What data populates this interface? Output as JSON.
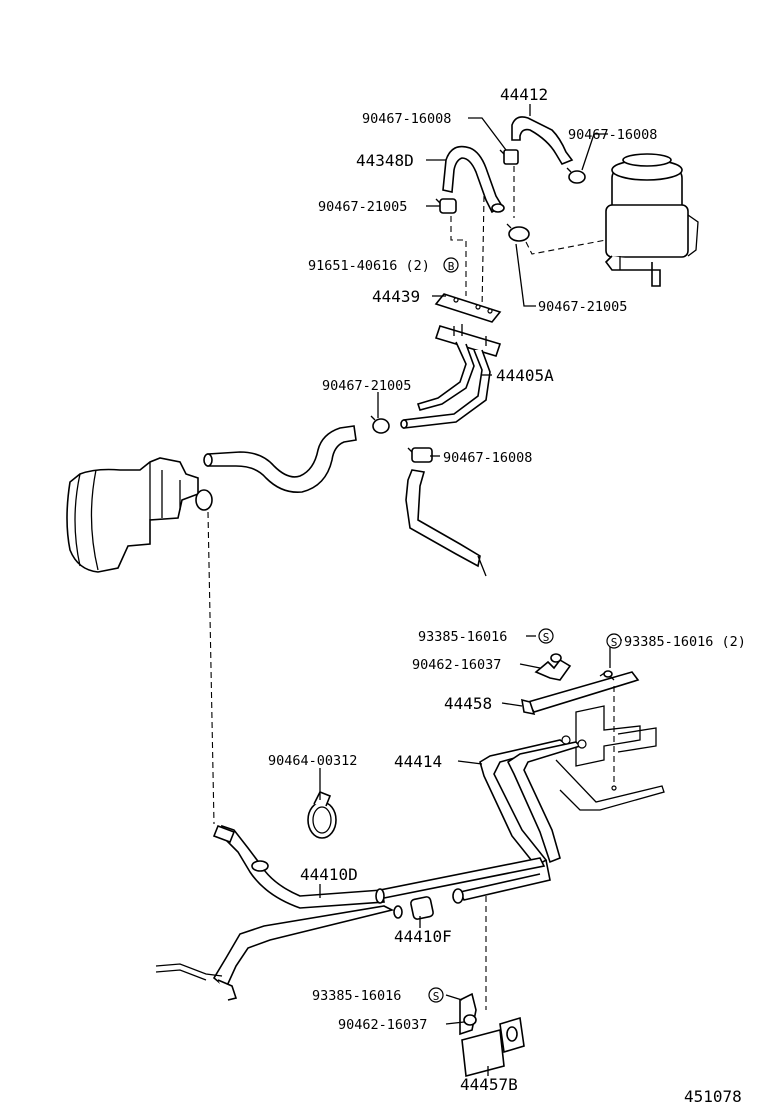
{
  "diagram": {
    "labels": {
      "p44412": "44412",
      "p90467_16008_a": "90467-16008",
      "p90467_16008_b": "90467-16008",
      "p44348D": "44348D",
      "p90467_21005_a": "90467-21005",
      "p91651": "91651-40616 (2)",
      "sym_b": "B",
      "p44439": "44439",
      "p90467_21005_b": "90467-21005",
      "p90467_21005_c": "90467-21005",
      "p44405A": "44405A",
      "p90467_16008_c": "90467-16008",
      "p93385_a": "93385-16016",
      "sym_s_a": "S",
      "p93385_b": "93385-16016 (2)",
      "sym_s_b": "S",
      "p90462_a": "90462-16037",
      "p44458": "44458",
      "p90464": "90464-00312",
      "p44414": "44414",
      "p44410D": "44410D",
      "p44410F": "44410F",
      "p93385_c": "93385-16016",
      "sym_s_c": "S",
      "p90462_b": "90462-16037",
      "p44457B": "44457B",
      "fig_no": "451078"
    }
  }
}
